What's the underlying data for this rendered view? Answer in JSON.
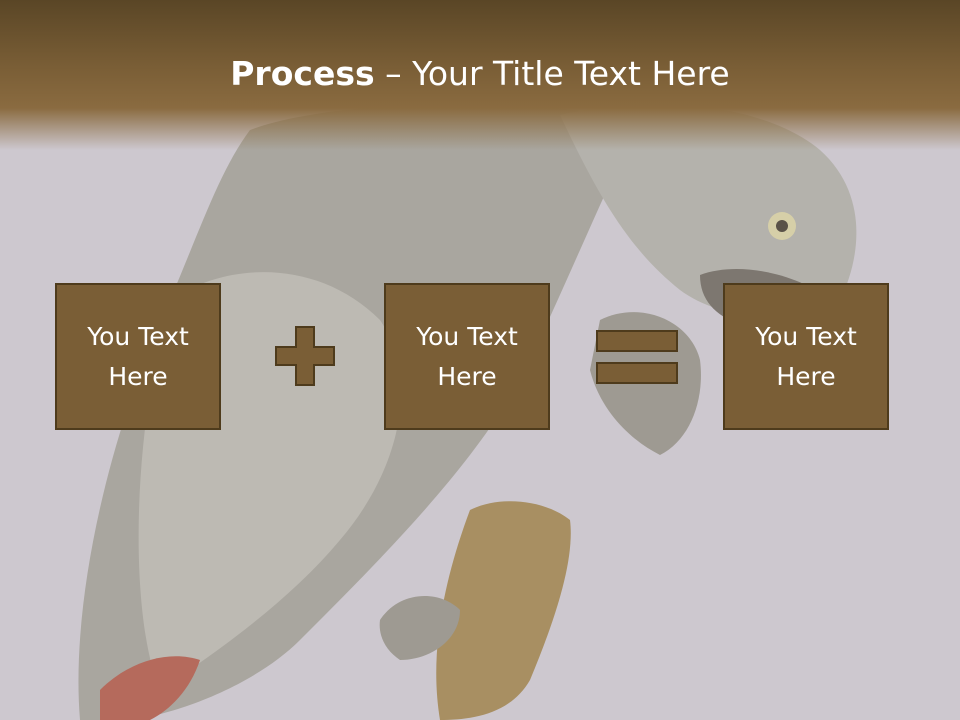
{
  "slide": {
    "title_bold": "Process",
    "title_separator": " – ",
    "title_rest": "Your Title Text Here"
  },
  "process": {
    "boxes": [
      {
        "label": "You Text Here"
      },
      {
        "label": "You Text Here"
      },
      {
        "label": "You Text Here"
      }
    ],
    "operators": [
      "plus-icon",
      "equals-icon"
    ]
  },
  "colors": {
    "header_dark": "#5a4626",
    "header_light": "#8a6b40",
    "box_fill": "#7a5e36",
    "box_border": "#4e3b1c",
    "background": "#cdc8cf"
  }
}
